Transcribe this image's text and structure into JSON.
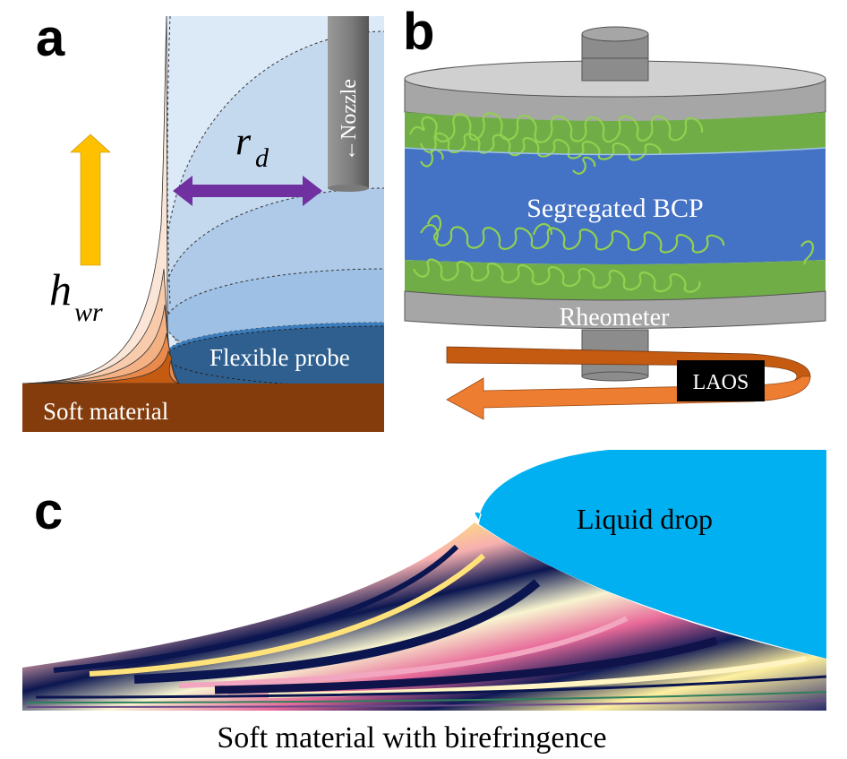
{
  "figure": {
    "panels": [
      {
        "id": "a",
        "letter": "a",
        "labels": {
          "nozzle": "Nozzle",
          "nozzle_arrow": "←",
          "r_main": "r",
          "r_sub": "d",
          "h_main": "h",
          "h_sub": "wr",
          "probe": "Flexible probe",
          "substrate": "Soft material"
        },
        "colors": {
          "substrate": "#843C0C",
          "probe_dark": "#2E5F8F",
          "probe_mid": "#3A7DBE",
          "drop_light": "#BDD4EC",
          "drop_pale": "#DCE9F6",
          "double_arrow": "#7030A0",
          "up_arrow": "#FFC000",
          "nozzle": "#7F7F7F"
        }
      },
      {
        "id": "b",
        "letter": "b",
        "labels": {
          "sample": "Segregated BCP",
          "instrument": "Rheometer",
          "mode": "LAOS"
        },
        "colors": {
          "plate": "#A6A6A6",
          "plate_top": "#D0D0D0",
          "shaft": "#8C8C8C",
          "green_layer": "#70AD47",
          "chains": "#92D050",
          "blue_layer": "#4472C4",
          "rotation_arrow": "#ED7D31",
          "laos_box": "#000000"
        }
      },
      {
        "id": "c",
        "letter": "c",
        "labels": {
          "drop": "Liquid drop",
          "caption": "Soft material with birefringence"
        },
        "colors": {
          "drop": "#00B0F0"
        }
      }
    ]
  }
}
